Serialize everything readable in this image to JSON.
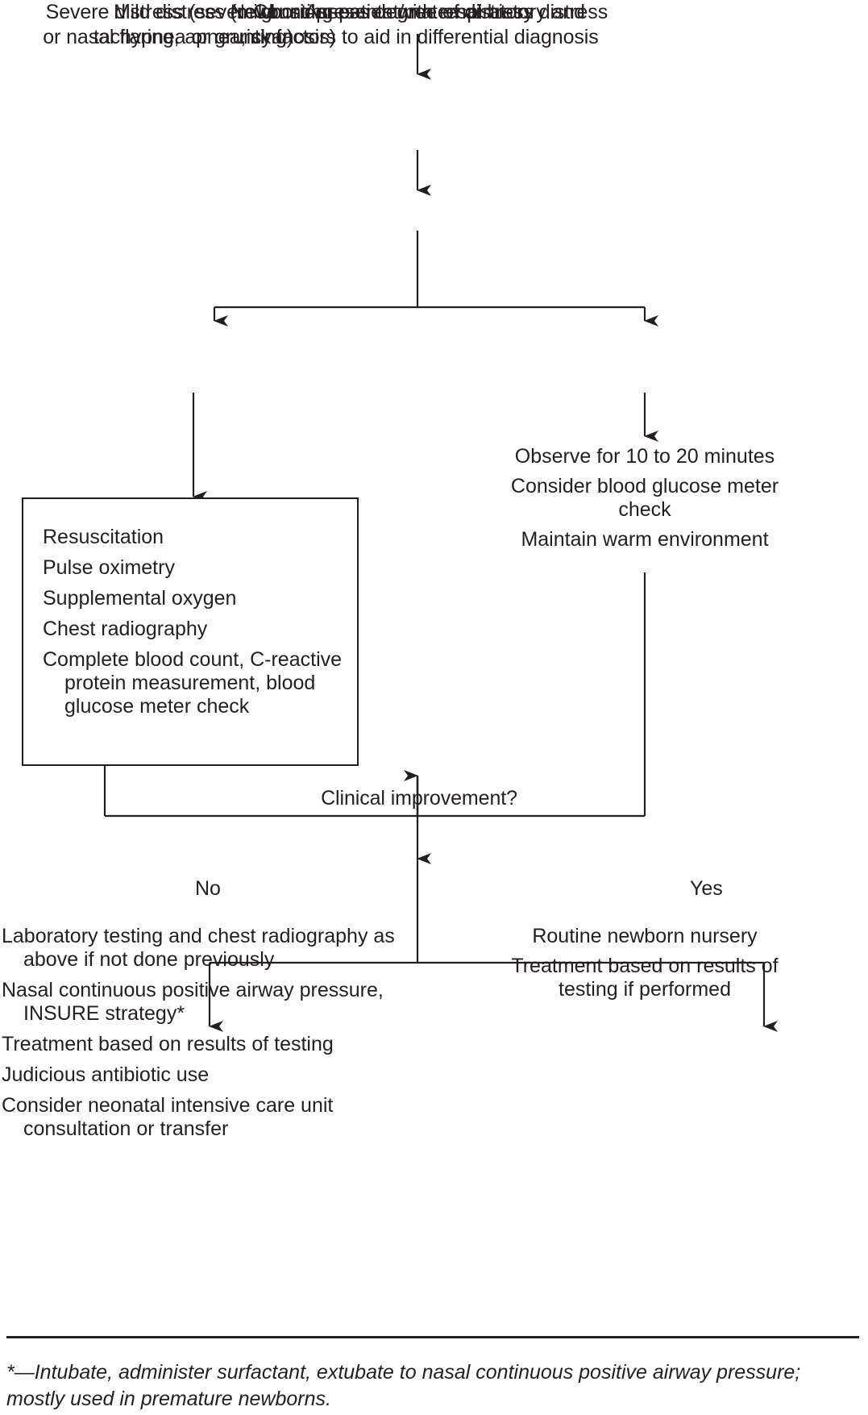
{
  "diagram": {
    "type": "clinical-algorithm-flowchart",
    "title_node": "Newborn presents with respiratory distress",
    "nodes": {
      "history": "Consider patient/maternal history and\nrisk factors to aid in differential diagnosis",
      "assess": "Assess degree of distress",
      "severe_branch": "Severe distress (severe grunting\nor nasal flaring, apnea, cyanosis)",
      "mild_branch": "Mild distress (mild\ntachypnea or grunting)",
      "clinical_question": "Clinical improvement?"
    },
    "severe_box": {
      "items": [
        "Resuscitation",
        "Pulse oximetry",
        "Supplemental oxygen",
        "Chest radiography",
        "Complete blood count, C-reactive protein measurement, blood glucose meter check"
      ]
    },
    "mild_actions": {
      "items": [
        "Observe for 10 to 20 minutes",
        "Consider blood glucose meter check",
        "Maintain warm environment"
      ]
    },
    "branch_labels": {
      "no": "No",
      "yes": "Yes"
    },
    "no_branch": {
      "items": [
        "Laboratory testing and chest radiography as above if not done previously",
        "Nasal continuous positive airway pressure, INSURE strategy*",
        "Treatment based on results of testing",
        "Judicious antibiotic use",
        "Consider neonatal intensive care unit consultation or transfer"
      ]
    },
    "yes_branch": {
      "items": [
        "Routine newborn nursery",
        "Treatment based on results of testing if performed"
      ]
    },
    "footnote": "*—Intubate, administer surfactant, extubate to nasal continuous positive airway pressure; mostly used in premature newborns.",
    "colors": {
      "ink": "#231f20",
      "background": "#ffffff"
    }
  }
}
